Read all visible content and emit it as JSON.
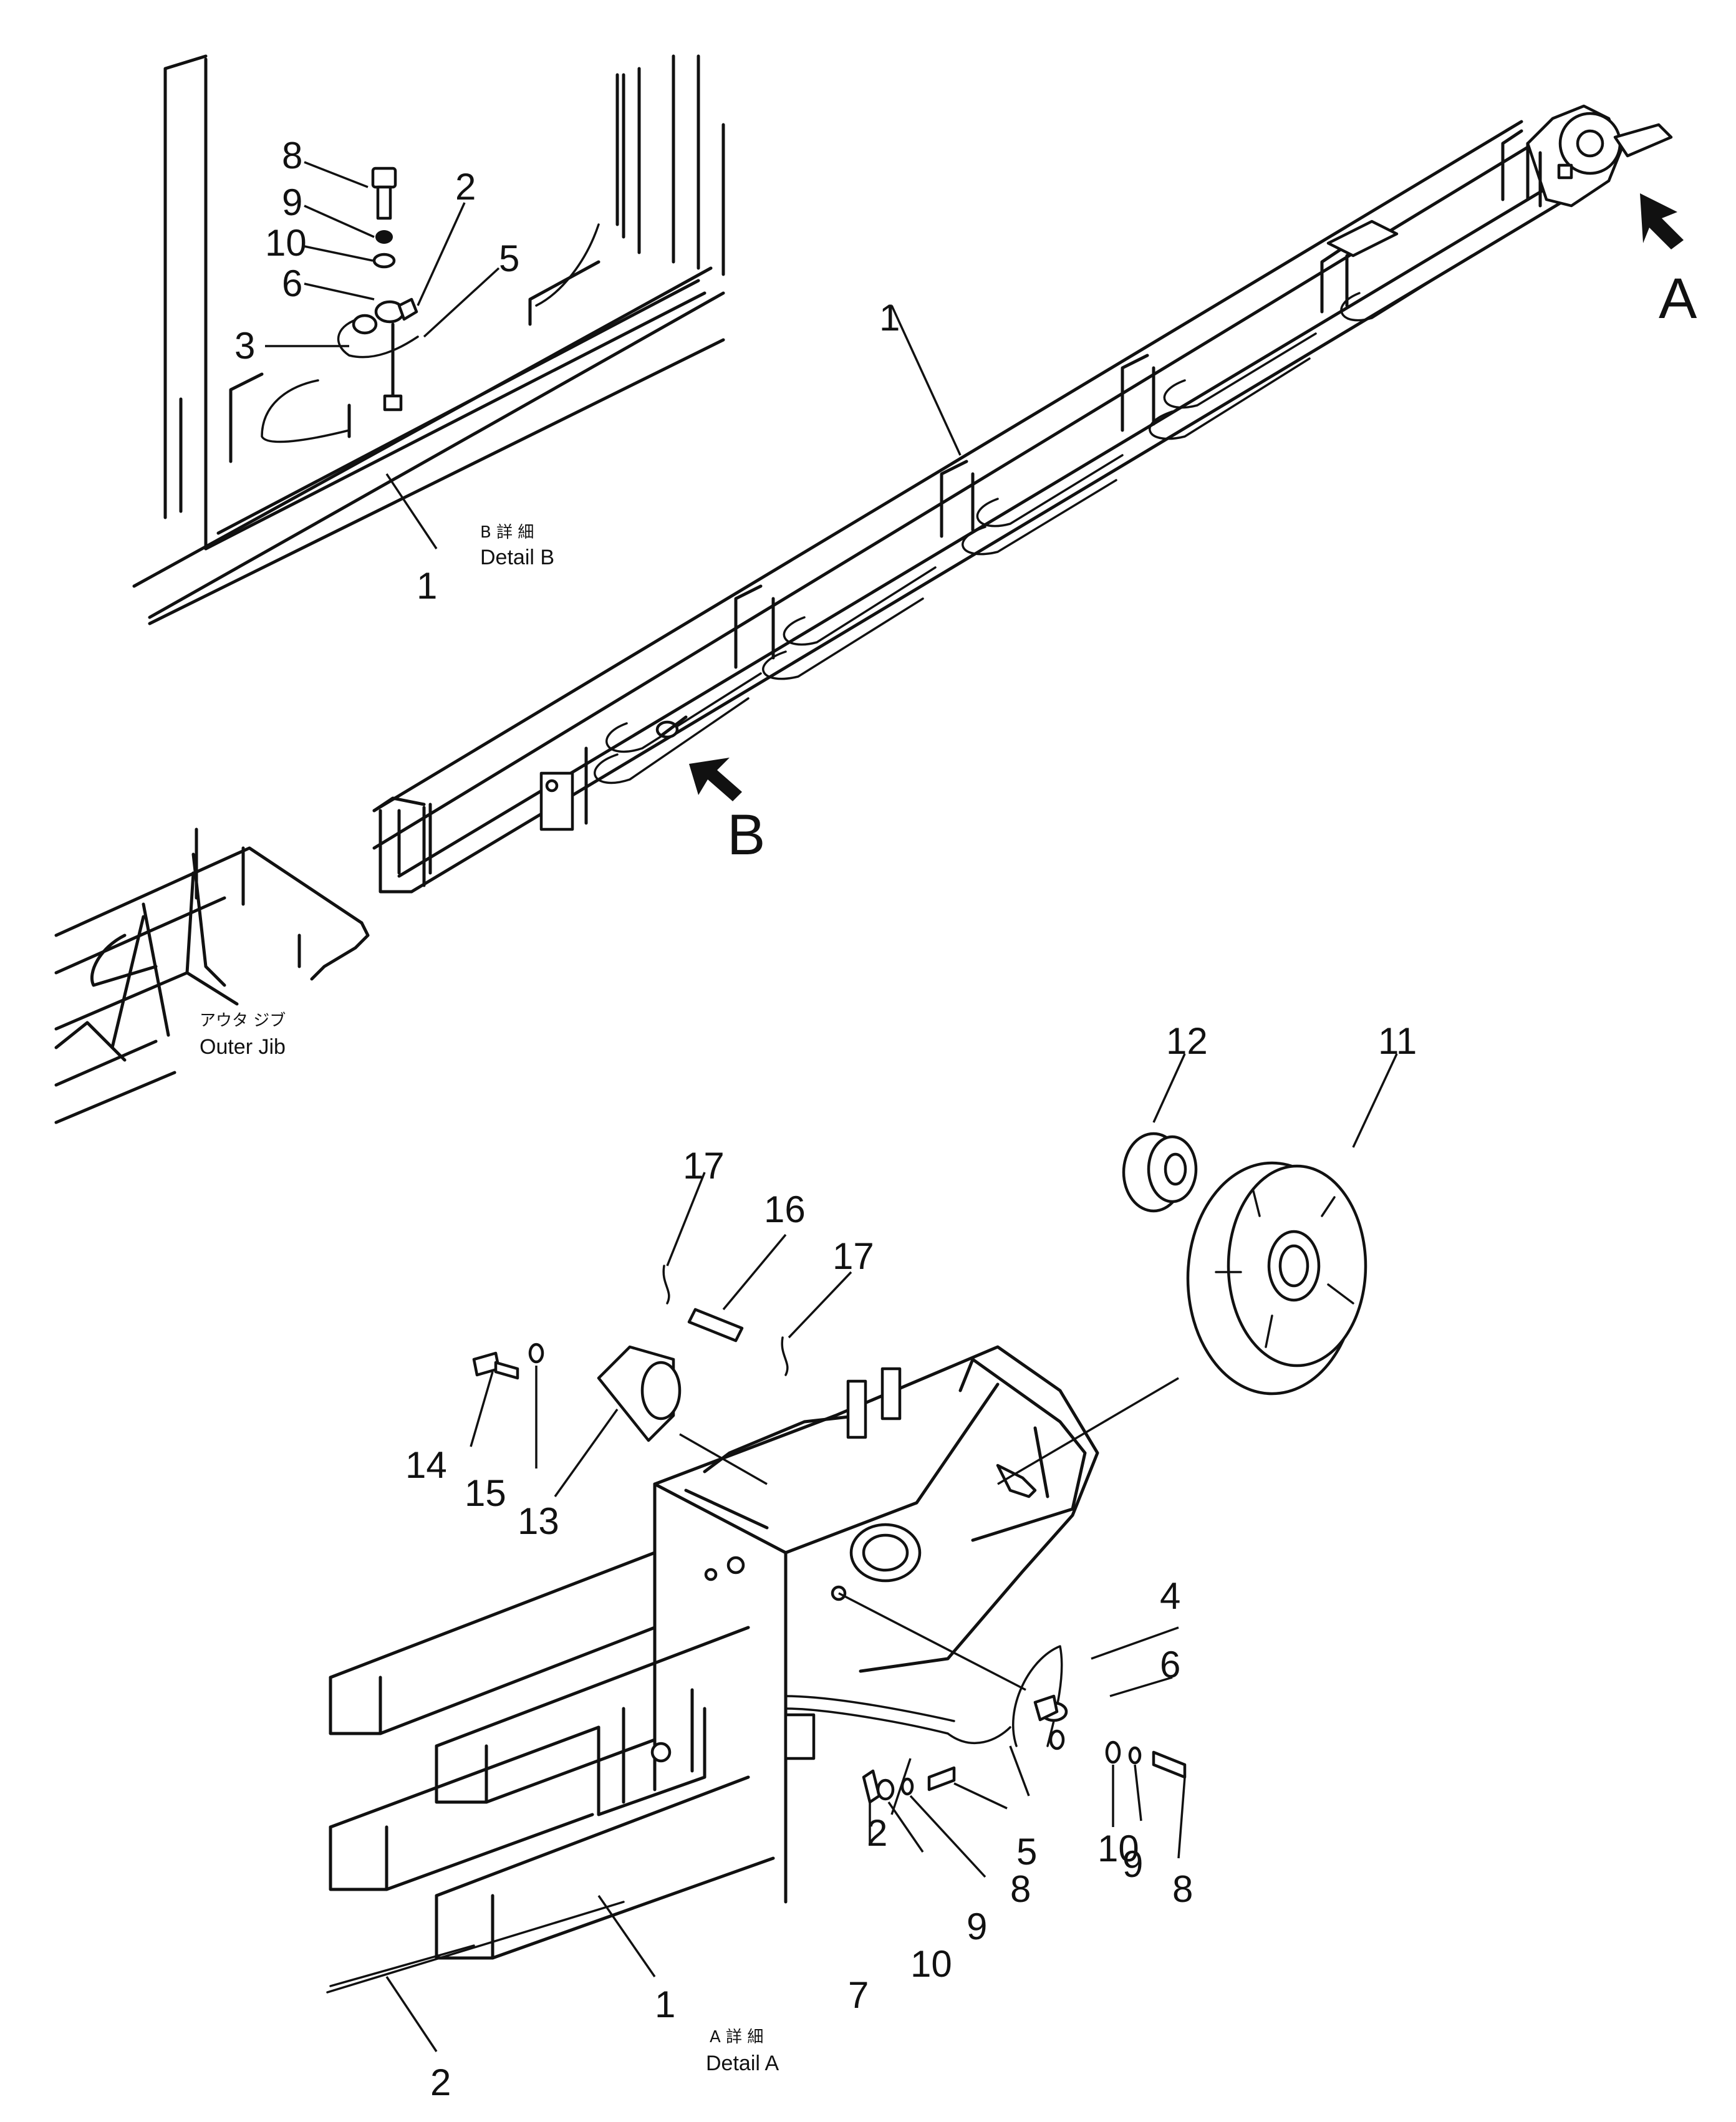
{
  "callouts": {
    "b1": "1",
    "b2": "2",
    "b3": "3",
    "b5": "5",
    "b6": "6",
    "b8": "8",
    "b9": "9",
    "b10": "10",
    "m1": "1",
    "a1": "1",
    "a2l": "2",
    "a2": "2",
    "a4": "4",
    "a5": "5",
    "a6": "6",
    "a7": "7",
    "a8l": "8",
    "a8r": "8",
    "a9l": "9",
    "a9r": "9",
    "a10l": "10",
    "a10r": "10",
    "a11": "11",
    "a12": "12",
    "a13": "13",
    "a14": "14",
    "a15": "15",
    "a16": "16",
    "a17l": "17",
    "a17r": "17"
  },
  "view_markers": {
    "a": "A",
    "b": "B"
  },
  "captions": {
    "detail_b_jp": "B 詳 細",
    "detail_b": "Detail B",
    "outer_jib_jp": "アウタ ジブ",
    "outer_jib": "Outer Jib",
    "detail_a_jp": "A 詳 細",
    "detail_a": "Detail A"
  },
  "colors": {
    "ink": "#111111",
    "paper": "#ffffff"
  }
}
